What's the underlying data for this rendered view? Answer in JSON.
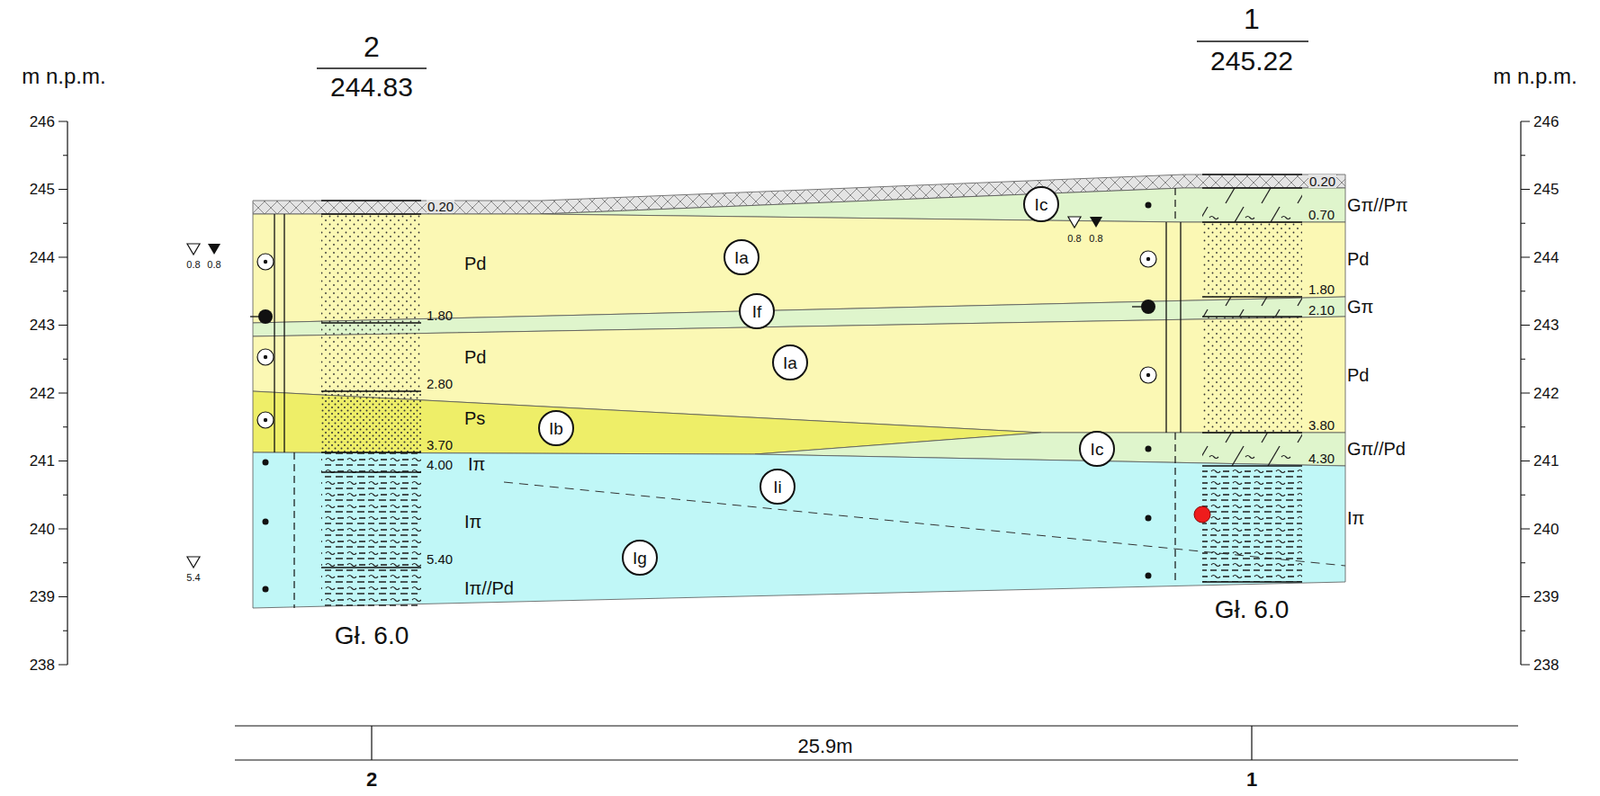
{
  "diagram": {
    "nodes": [
      {
        "text": [
          "Ic"
        ]
      },
      {
        "text": [
          "Ia"
        ]
      },
      {
        "text": [
          "If"
        ]
      },
      {
        "text": [
          "Ia"
        ]
      },
      {
        "text": [
          "Ib"
        ]
      },
      {
        "text": [
          "Ic"
        ]
      },
      {
        "text": [
          "Ii"
        ]
      },
      {
        "text": [
          "Ig"
        ]
      }
    ],
    "labels": [
      "m n.p.m.",
      "m n.p.m.",
      "246",
      "245",
      "244",
      "243",
      "242",
      "241",
      "240",
      "239",
      "238",
      "246",
      "245",
      "244",
      "243",
      "242",
      "241",
      "240",
      "239",
      "238",
      "2",
      "244.83",
      "1",
      "245.22",
      "0.20",
      "1.80",
      "2.80",
      "3.70",
      "4.00",
      "5.40",
      "Pd",
      "Pd",
      "Ps",
      "Iπ",
      "Iπ",
      "Iπ//Pd",
      "0.20",
      "0.70",
      "1.80",
      "2.10",
      "3.80",
      "4.30",
      "Gπ//Pπ",
      "Pd",
      "Gπ",
      "Pd",
      "Gπ//Pd",
      "Iπ",
      "Gł. 6.0",
      "Gł. 6.0",
      "25.9m",
      "2",
      "1",
      "0.8",
      "0.8",
      "5.4",
      "0.8",
      "0.8"
    ]
  }
}
